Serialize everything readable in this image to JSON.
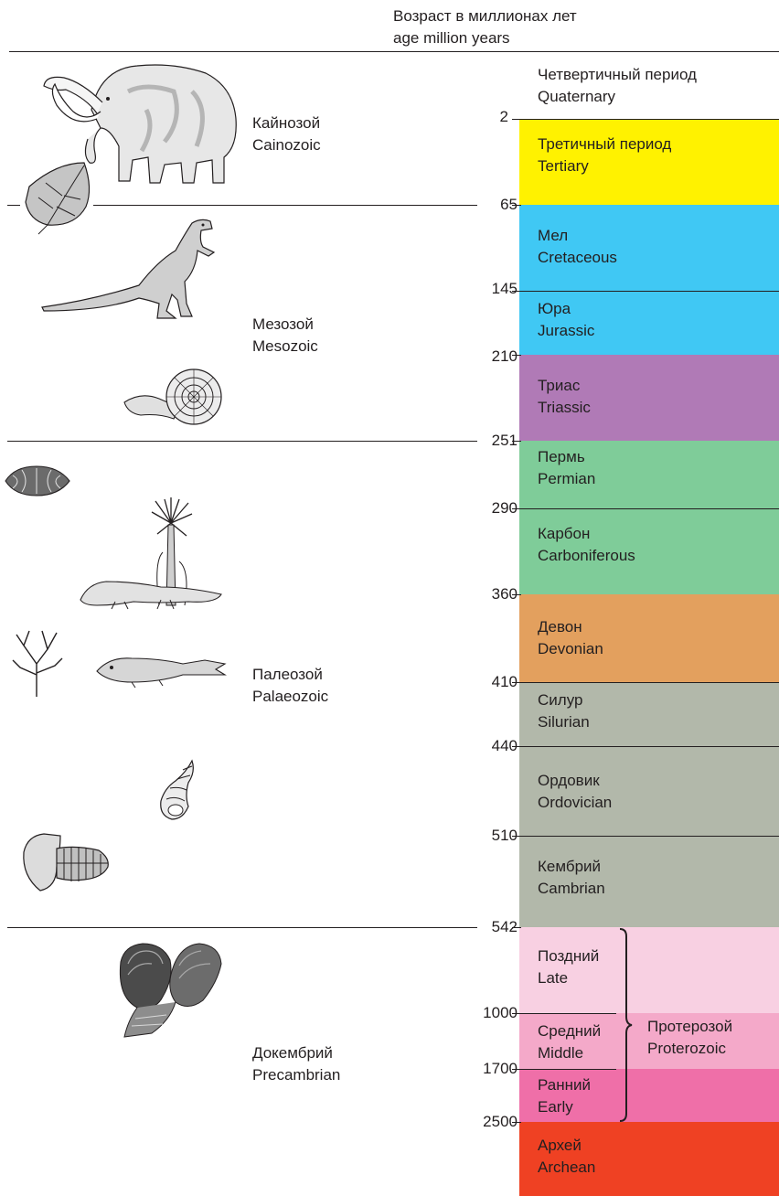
{
  "header": {
    "line1": "Возраст в миллионах лет",
    "line2": "age million years"
  },
  "quaternary": {
    "ru": "Четвертичный период",
    "en": "Quaternary"
  },
  "ages": [
    "2",
    "65",
    "145",
    "210",
    "251",
    "290",
    "360",
    "410",
    "440",
    "510",
    "542",
    "1000",
    "1700",
    "2500"
  ],
  "periods": [
    {
      "ru": "Третичный период",
      "en": "Tertiary",
      "color": "#fff200"
    },
    {
      "ru": "Мел",
      "en": "Cretaceous",
      "color": "#40c8f4"
    },
    {
      "ru": "Юра",
      "en": "Jurassic",
      "color": "#40c8f4"
    },
    {
      "ru": "Триас",
      "en": "Triassic",
      "color": "#b07ab6"
    },
    {
      "ru": "Пермь",
      "en": "Permian",
      "color": "#7fcc99"
    },
    {
      "ru": "Карбон",
      "en": "Carboniferous",
      "color": "#7fcc99"
    },
    {
      "ru": "Девон",
      "en": "Devonian",
      "color": "#e3a05e"
    },
    {
      "ru": "Силур",
      "en": "Silurian",
      "color": "#b2b8aa"
    },
    {
      "ru": "Ордовик",
      "en": "Ordovician",
      "color": "#b2b8aa"
    },
    {
      "ru": "Кембрий",
      "en": "Cambrian",
      "color": "#b2b8aa"
    },
    {
      "ru": "Поздний",
      "en": "Late",
      "color": "#f8d0e2"
    },
    {
      "ru": "Средний",
      "en": "Middle",
      "color": "#f4a9c9"
    },
    {
      "ru": "Ранний",
      "en": "Early",
      "color": "#ef6fa8"
    },
    {
      "ru": "Архей",
      "en": "Archean",
      "color": "#ef4123"
    }
  ],
  "proterozoic": {
    "ru": "Протерозой",
    "en": "Proterozoic"
  },
  "eras": [
    {
      "ru": "Кайнозой",
      "en": "Cainozoic"
    },
    {
      "ru": "Мезозой",
      "en": "Mesozoic"
    },
    {
      "ru": "Палеозой",
      "en": "Palaeozoic"
    },
    {
      "ru": "Докембрий",
      "en": "Precambrian"
    }
  ],
  "illustrations": [
    "mammoth-icon",
    "leaf-icon",
    "dinosaur-icon",
    "ammonite-icon",
    "brachiopod-icon",
    "fern-tree-icon",
    "amphibian-icon",
    "seaweed-icon",
    "fish-icon",
    "snail-shell-icon",
    "trilobite-icon",
    "stromatolite-icon"
  ]
}
